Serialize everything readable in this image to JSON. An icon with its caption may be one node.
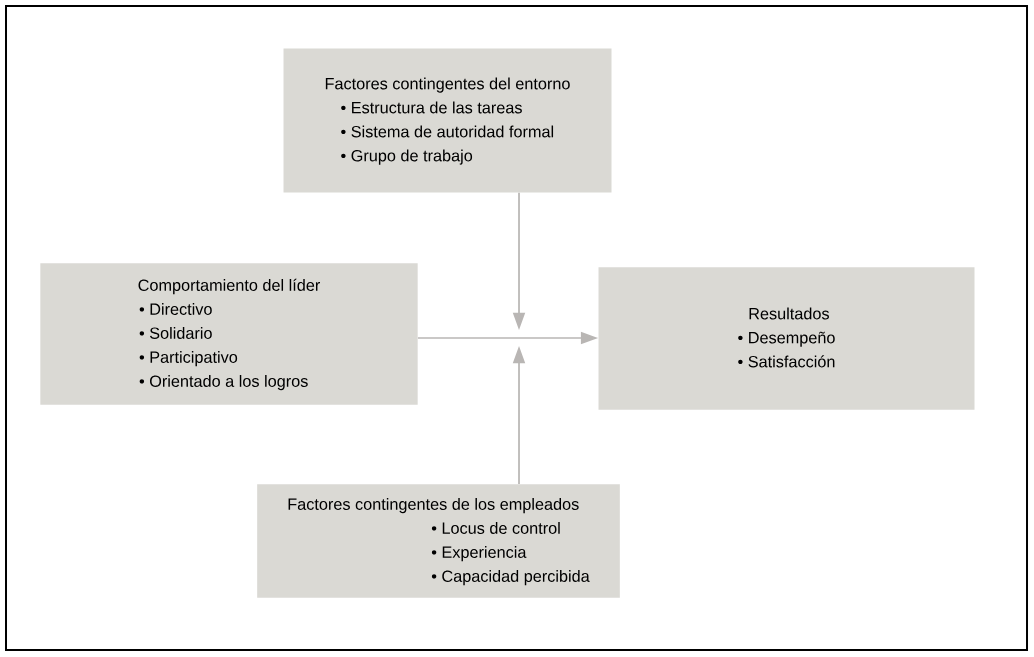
{
  "diagram": {
    "nodes": [
      {
        "text": [
          "Factores contingentes del entorno",
          "• Estructura de las tareas",
          "• Sistema de autoridad formal",
          "• Grupo de trabajo"
        ]
      },
      {
        "text": [
          "Comportamiento del líder",
          "• Directivo",
          "• Solidario",
          "• Participativo",
          "• Orientado a los logros"
        ]
      },
      {
        "text": [
          "Resultados",
          "• Desempeño",
          "• Satisfacción"
        ]
      },
      {
        "text": [
          "Factores contingentes de los empleados",
          "• Locus de control",
          "• Experiencia",
          "• Capacidad percibida"
        ]
      }
    ],
    "edges": [
      {
        "from": 0,
        "to": null,
        "arrow": "to"
      },
      {
        "from": 1,
        "to": 2,
        "arrow": "to"
      },
      {
        "from": 3,
        "to": null,
        "arrow": "to"
      }
    ]
  }
}
